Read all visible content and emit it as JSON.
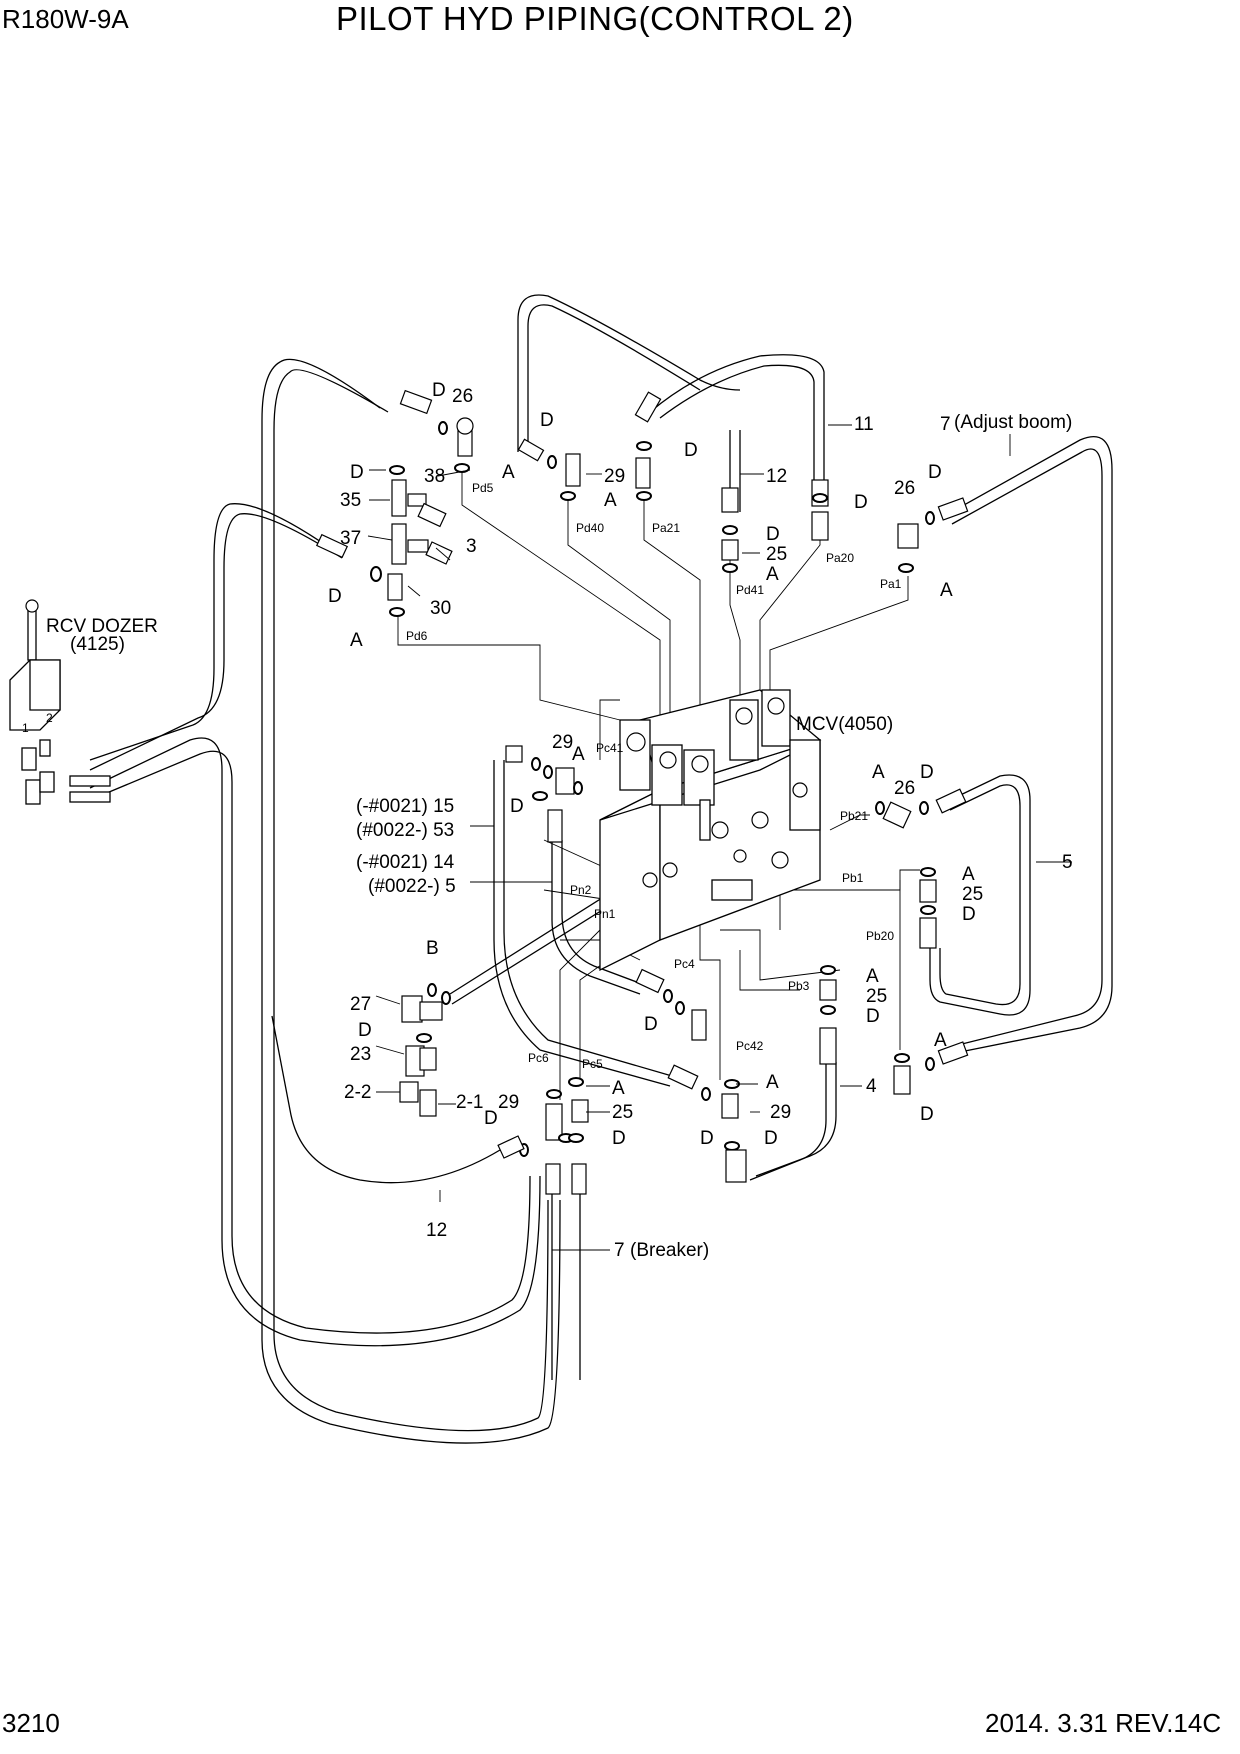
{
  "header": {
    "model": "R180W-9A",
    "title": "PILOT HYD PIPING(CONTROL 2)"
  },
  "footer": {
    "page_number": "3210",
    "revision": "2014. 3.31  REV.14C"
  },
  "callouts": {
    "c1": "D",
    "c2": "26",
    "c3": "D",
    "c4": "38",
    "c5": "A",
    "c6": "35",
    "c7": "37",
    "c8": "3",
    "c9": "D",
    "c10": "30",
    "c11": "A",
    "c12": "D",
    "c13": "D",
    "c14": "29",
    "c15": "A",
    "c16": "12",
    "c17": "11",
    "c18": "D",
    "c19": "D",
    "c20": "25",
    "c21": "A",
    "c22": "7",
    "c23": "(Adjust boom)",
    "c24": "D",
    "c25": "26",
    "c26": "A",
    "c27": "29",
    "c28": "A",
    "c29": "D",
    "c30": "(-#0021) 15",
    "c31": "(#0022-) 53",
    "c32": "(-#0021) 14",
    "c33": "(#0022-) 5",
    "c34": "A",
    "c35": "26",
    "c36": "D",
    "c37": "A",
    "c38": "25",
    "c39": "D",
    "c40": "5",
    "c41": "B",
    "c42": "27",
    "c43": "D",
    "c44": "23",
    "c45": "2-2",
    "c46": "2-1",
    "c47": "29",
    "c48": "D",
    "c49": "A",
    "c50": "25",
    "c51": "D",
    "c52": "D",
    "c53": "A",
    "c54": "25",
    "c55": "D",
    "c56": "A",
    "c57": "D",
    "c58": "A",
    "c59": "29",
    "c60": "D",
    "c61": "D",
    "c62": "4",
    "c63": "12",
    "c64": "7",
    "c65": "(Breaker)",
    "c66": "RCV DOZER",
    "c67": "(4125)",
    "c68": "MCV(4050)",
    "c69": "1",
    "c70": "2"
  },
  "ports": {
    "p1": "Pd5",
    "p2": "Pd6",
    "p3": "Pd40",
    "p4": "Pa21",
    "p5": "Pd41",
    "p6": "Pa20",
    "p7": "Pa1",
    "p8": "Pc41",
    "p9": "Pb21",
    "p10": "Pb1",
    "p11": "Pn2",
    "p12": "Pn1",
    "p13": "Pc4",
    "p14": "Pb20",
    "p15": "Pb3",
    "p16": "Pc6",
    "p17": "Pc5",
    "p18": "Pc42"
  }
}
